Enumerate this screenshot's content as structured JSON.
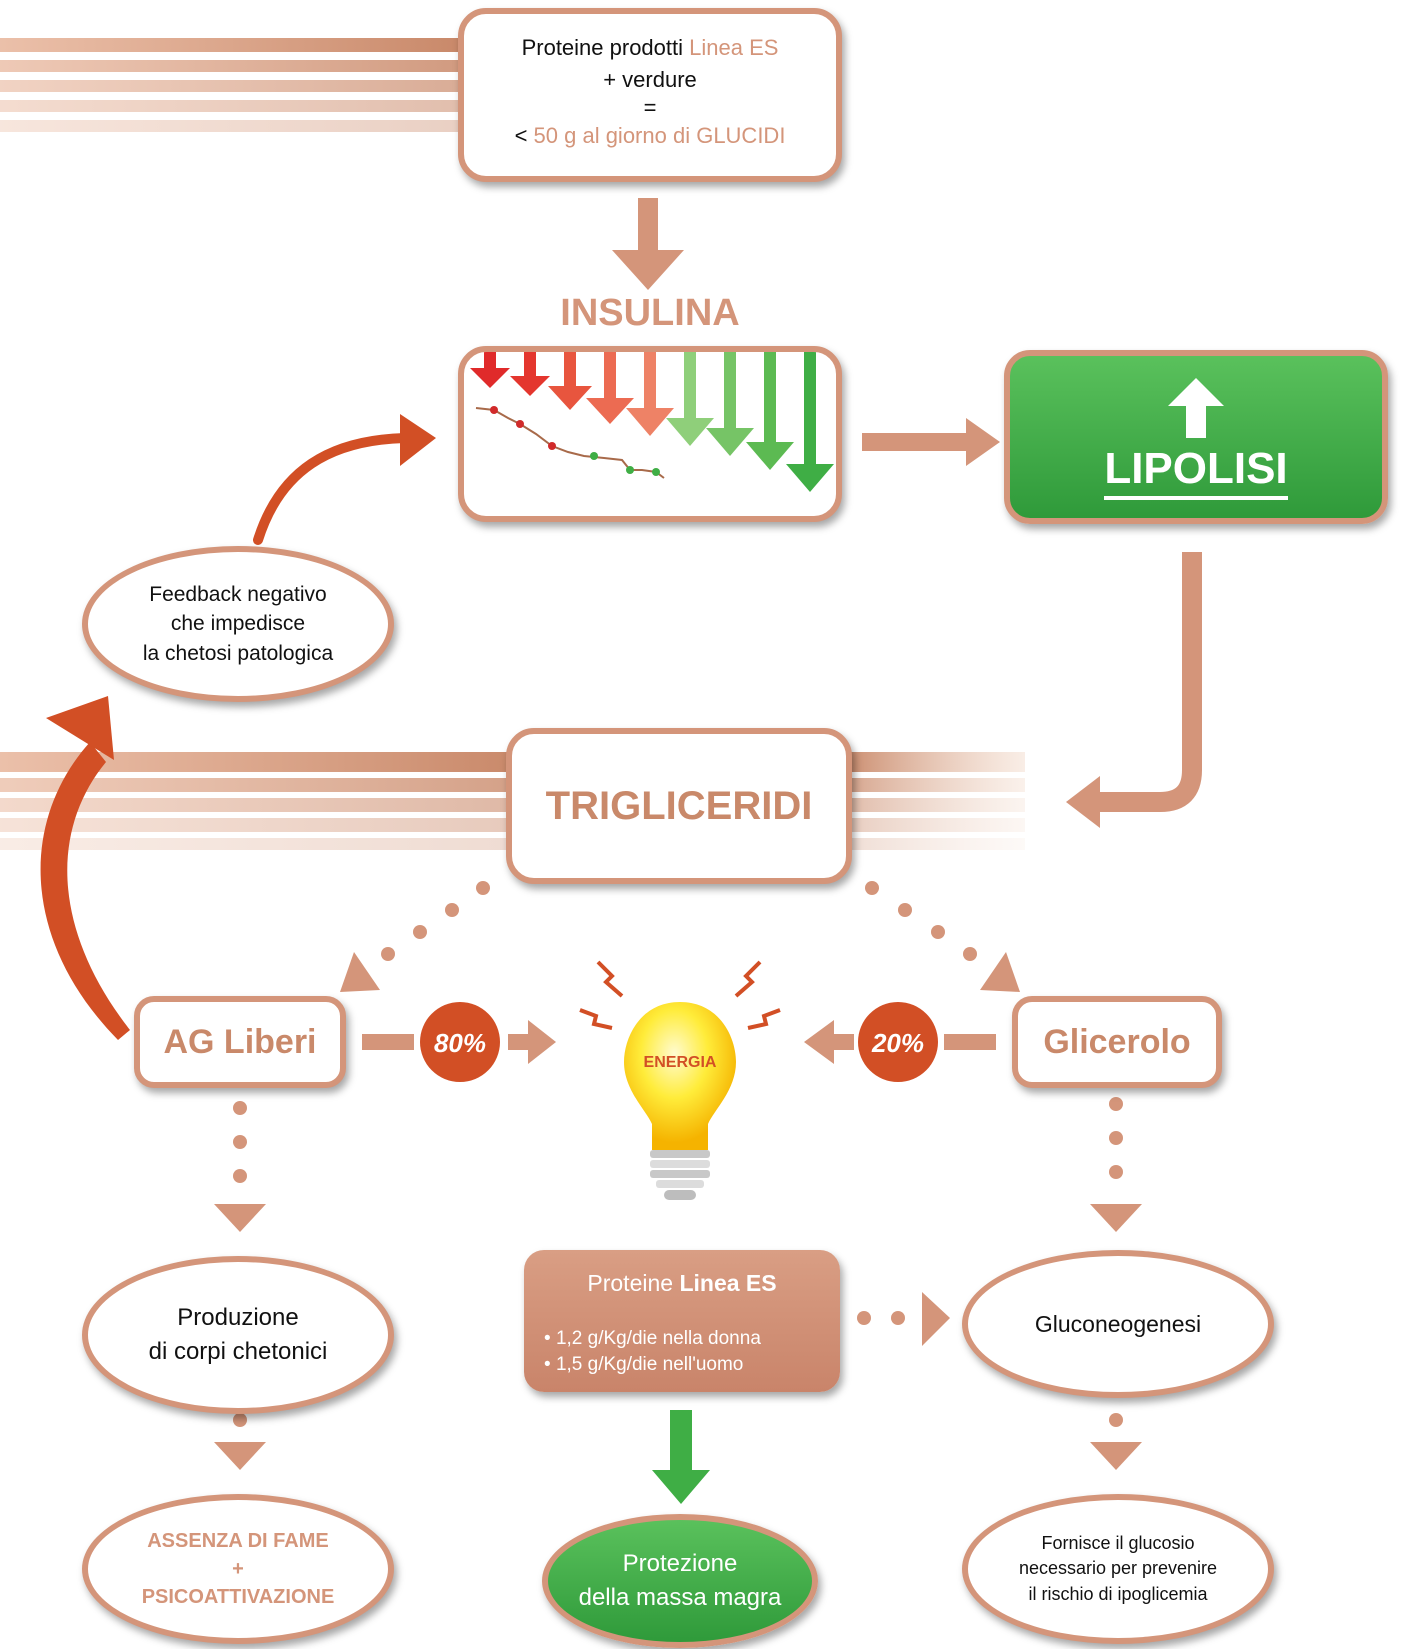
{
  "colors": {
    "peach": "#d4957a",
    "dark_peach": "#c9896a",
    "orange_red": "#d9532a",
    "green": "#3fae45",
    "red": "#e02a2a"
  },
  "top_box": {
    "line1_a": "Proteine prodotti ",
    "line1_b": "Linea ES",
    "line2": "+ verdure",
    "line3": "=",
    "line4_a": "< ",
    "line4_b": "50 g al giorno di GLUCIDI"
  },
  "insulina": {
    "title": "INSULINA"
  },
  "lipolisi": {
    "label": "LIPOLISI",
    "icon": "arrow-up-icon"
  },
  "feedback": {
    "line1": "Feedback negativo",
    "line2": "che impedisce",
    "line3": "la chetosi patologica"
  },
  "trigliceridi": {
    "label": "TRIGLICERIDI"
  },
  "ag_liberi": {
    "label": "AG Liberi",
    "percent": "80%"
  },
  "glicerolo": {
    "label": "Glicerolo",
    "percent": "20%"
  },
  "energia": {
    "label": "ENERGIA",
    "icon": "light-bulb-icon"
  },
  "chetonici": {
    "line1": "Produzione",
    "line2": "di corpi chetonici"
  },
  "fame": {
    "line1": "ASSENZA DI FAME",
    "line2": "+",
    "line3": "PSICOATTIVAZIONE"
  },
  "proteine_es": {
    "title_a": "Proteine ",
    "title_b": "Linea ES",
    "item1": "1,2 g/Kg/die nella donna",
    "item2": "1,5 g/Kg/die nell'uomo"
  },
  "massa_magra": {
    "line1": "Protezione",
    "line2": "della massa magra"
  },
  "gluconeogenesi": {
    "label": "Gluconeogenesi"
  },
  "glucosio": {
    "line1": "Fornisce il glucosio",
    "line2": "necessario per prevenire",
    "line3": "il rischio di ipoglicemia"
  }
}
